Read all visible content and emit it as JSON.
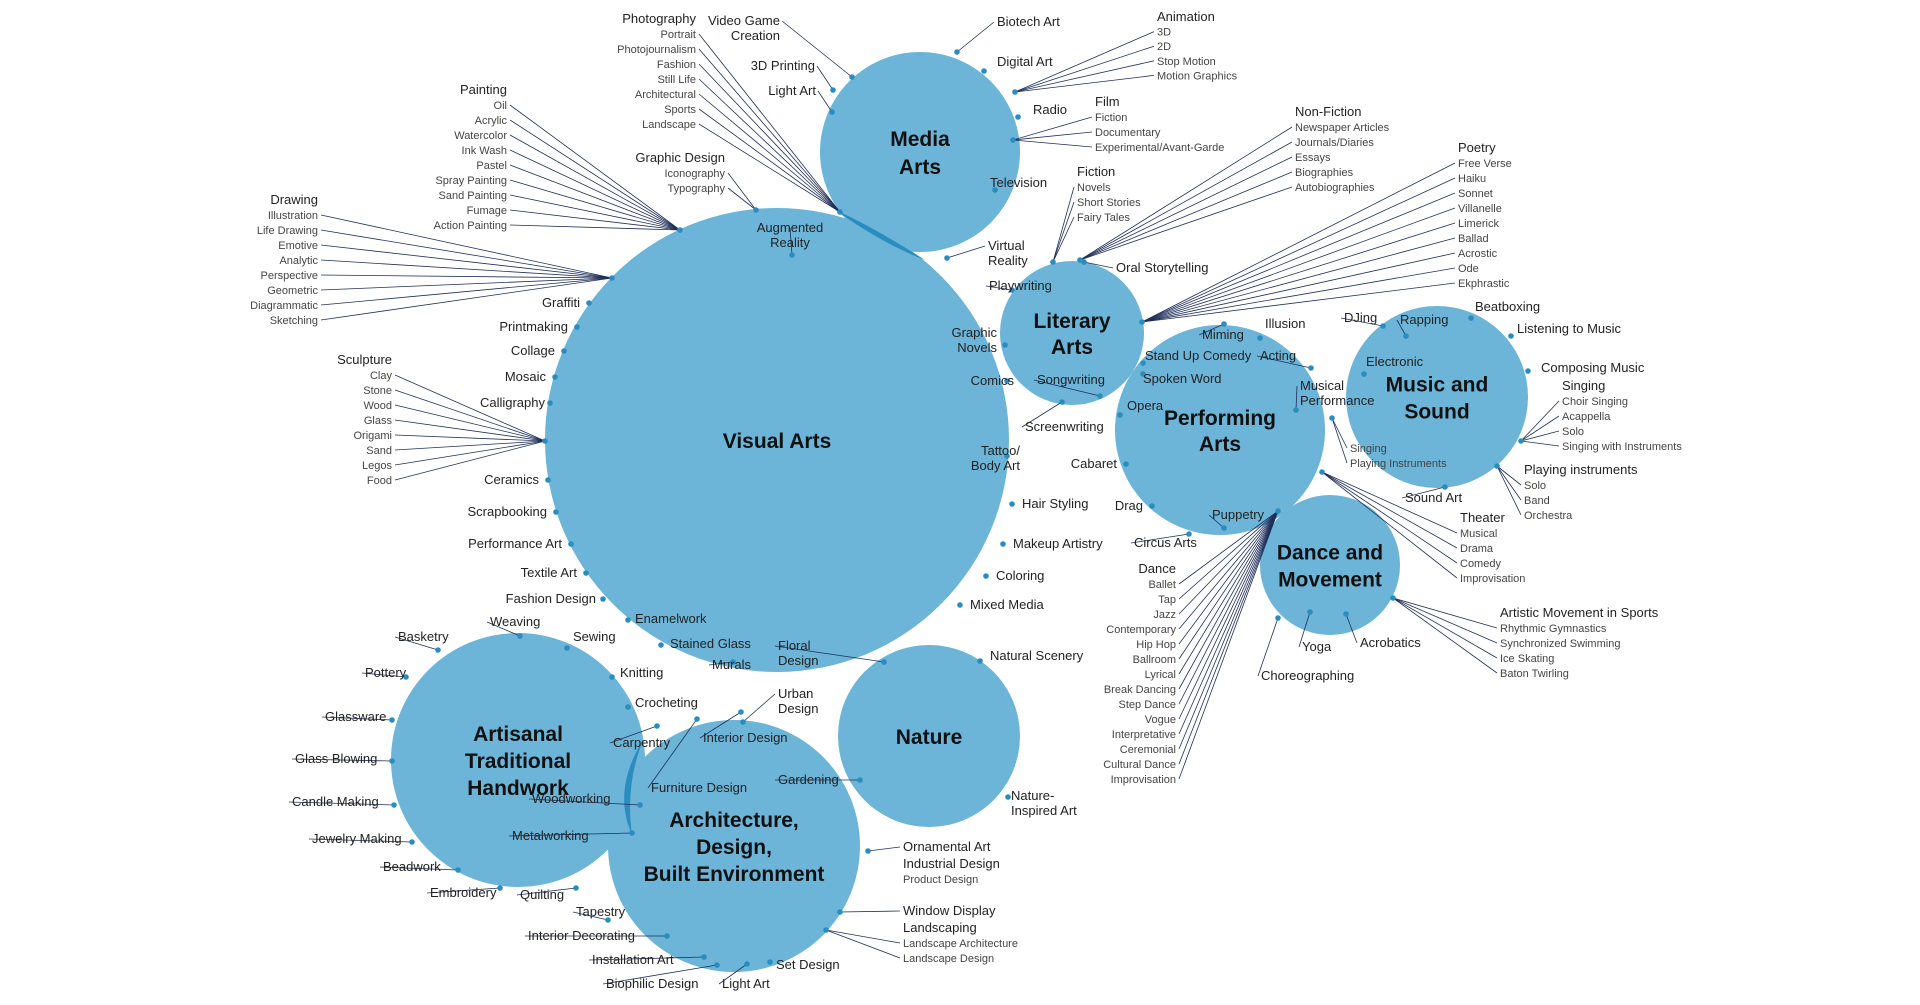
{
  "colors": {
    "circle": "#6cb4d8",
    "overlap": "#2a8dc0",
    "dot": "#2a8dc0",
    "line": "#1f2f5a"
  },
  "circles": [
    {
      "id": "visual",
      "title": [
        "Visual Arts"
      ]
    },
    {
      "id": "media",
      "title": [
        "Media",
        "Arts"
      ]
    },
    {
      "id": "literary",
      "title": [
        "Literary",
        "Arts"
      ]
    },
    {
      "id": "performing",
      "title": [
        "Performing",
        "Arts"
      ]
    },
    {
      "id": "music",
      "title": [
        "Music and",
        "Sound"
      ]
    },
    {
      "id": "dance",
      "title": [
        "Dance and",
        "Movement"
      ]
    },
    {
      "id": "nature",
      "title": [
        "Nature"
      ]
    },
    {
      "id": "artisanal",
      "title": [
        "Artisanal",
        "Traditional",
        "Handwork"
      ]
    },
    {
      "id": "arch",
      "title": [
        "Architecture,",
        "Design,",
        "Built Environment"
      ]
    }
  ],
  "labels": [
    {
      "id": "l-augmented",
      "text": [
        "Augmented",
        "Reality"
      ]
    },
    {
      "id": "l-graffiti",
      "text": [
        "Graffiti"
      ]
    },
    {
      "id": "l-printmaking",
      "text": [
        "Printmaking"
      ]
    },
    {
      "id": "l-collage",
      "text": [
        "Collage"
      ]
    },
    {
      "id": "l-mosaic",
      "text": [
        "Mosaic"
      ]
    },
    {
      "id": "l-calligraphy",
      "text": [
        "Calligraphy"
      ]
    },
    {
      "id": "l-ceramics",
      "text": [
        "Ceramics"
      ]
    },
    {
      "id": "l-scrapbooking",
      "text": [
        "Scrapbooking"
      ]
    },
    {
      "id": "l-performanceart",
      "text": [
        "Performance Art"
      ]
    },
    {
      "id": "l-textile",
      "text": [
        "Textile Art"
      ]
    },
    {
      "id": "l-fashiondesign",
      "text": [
        "Fashion Design"
      ]
    },
    {
      "id": "l-enamelwork",
      "text": [
        "Enamelwork"
      ]
    },
    {
      "id": "l-stainedglass",
      "text": [
        "Stained Glass"
      ]
    },
    {
      "id": "l-murals",
      "text": [
        "Murals"
      ]
    },
    {
      "id": "l-floral",
      "text": [
        "Floral",
        "Design"
      ]
    },
    {
      "id": "l-comics",
      "text": [
        "Comics"
      ]
    },
    {
      "id": "l-graphicnovels",
      "text": [
        "Graphic",
        "Novels"
      ]
    },
    {
      "id": "l-tattoo",
      "text": [
        "Tattoo/",
        "Body Art"
      ]
    },
    {
      "id": "l-hairstyling",
      "text": [
        "Hair Styling"
      ]
    },
    {
      "id": "l-makeup",
      "text": [
        "Makeup Artistry"
      ]
    },
    {
      "id": "l-coloring",
      "text": [
        "Coloring"
      ]
    },
    {
      "id": "l-mixedmedia",
      "text": [
        "Mixed Media"
      ]
    },
    {
      "id": "l-videogame",
      "text": [
        "Video Game",
        "Creation"
      ]
    },
    {
      "id": "l-3dprinting",
      "text": [
        "3D Printing"
      ]
    },
    {
      "id": "l-lightart",
      "text": [
        "Light Art"
      ]
    },
    {
      "id": "l-biotech",
      "text": [
        "Biotech Art"
      ]
    },
    {
      "id": "l-digitalart",
      "text": [
        "Digital Art"
      ]
    },
    {
      "id": "l-radio",
      "text": [
        "Radio"
      ]
    },
    {
      "id": "l-television",
      "text": [
        "Television"
      ]
    },
    {
      "id": "l-virtualreality",
      "text": [
        "Virtual",
        "Reality"
      ]
    },
    {
      "id": "l-playwriting",
      "text": [
        "Playwriting"
      ]
    },
    {
      "id": "l-oralstory",
      "text": [
        "Oral Storytelling"
      ]
    },
    {
      "id": "l-songwriting",
      "text": [
        "Songwriting"
      ]
    },
    {
      "id": "l-screenwriting",
      "text": [
        "Screenwriting"
      ]
    },
    {
      "id": "l-miming",
      "text": [
        "Miming"
      ]
    },
    {
      "id": "l-illusion",
      "text": [
        "Illusion"
      ]
    },
    {
      "id": "l-standup",
      "text": [
        "Stand Up Comedy"
      ]
    },
    {
      "id": "l-acting",
      "text": [
        "Acting"
      ]
    },
    {
      "id": "l-spokenword",
      "text": [
        "Spoken Word"
      ]
    },
    {
      "id": "l-opera",
      "text": [
        "Opera"
      ]
    },
    {
      "id": "l-musicalperf",
      "text": [
        "Musical",
        "Performance"
      ]
    },
    {
      "id": "l-cabaret",
      "text": [
        "Cabaret"
      ]
    },
    {
      "id": "l-drag",
      "text": [
        "Drag"
      ]
    },
    {
      "id": "l-puppetry",
      "text": [
        "Puppetry"
      ]
    },
    {
      "id": "l-circus",
      "text": [
        "Circus Arts"
      ]
    },
    {
      "id": "l-djing",
      "text": [
        "DJing"
      ]
    },
    {
      "id": "l-rapping",
      "text": [
        "Rapping"
      ]
    },
    {
      "id": "l-beatboxing",
      "text": [
        "Beatboxing"
      ]
    },
    {
      "id": "l-listening",
      "text": [
        "Listening to Music"
      ]
    },
    {
      "id": "l-electronic",
      "text": [
        "Electronic"
      ]
    },
    {
      "id": "l-composing",
      "text": [
        "Composing Music"
      ]
    },
    {
      "id": "l-soundart",
      "text": [
        "Sound Art"
      ]
    },
    {
      "id": "l-yoga",
      "text": [
        "Yoga"
      ]
    },
    {
      "id": "l-acrobatics",
      "text": [
        "Acrobatics"
      ]
    },
    {
      "id": "l-choreographing",
      "text": [
        "Choreographing"
      ]
    },
    {
      "id": "l-naturalscenery",
      "text": [
        "Natural Scenery"
      ]
    },
    {
      "id": "l-natureinspired",
      "text": [
        "Nature-",
        "Inspired Art"
      ]
    },
    {
      "id": "l-gardening",
      "text": [
        "Gardening"
      ]
    },
    {
      "id": "l-urbandesign",
      "text": [
        "Urban",
        "Design"
      ]
    },
    {
      "id": "l-weaving",
      "text": [
        "Weaving"
      ]
    },
    {
      "id": "l-basketry",
      "text": [
        "Basketry"
      ]
    },
    {
      "id": "l-sewing",
      "text": [
        "Sewing"
      ]
    },
    {
      "id": "l-knitting",
      "text": [
        "Knitting"
      ]
    },
    {
      "id": "l-pottery",
      "text": [
        "Pottery"
      ]
    },
    {
      "id": "l-crocheting",
      "text": [
        "Crocheting"
      ]
    },
    {
      "id": "l-glassware",
      "text": [
        "Glassware"
      ]
    },
    {
      "id": "l-glassblowing",
      "text": [
        "Glass Blowing"
      ]
    },
    {
      "id": "l-candle",
      "text": [
        "Candle Making"
      ]
    },
    {
      "id": "l-jewelry",
      "text": [
        "Jewelry Making"
      ]
    },
    {
      "id": "l-beadwork",
      "text": [
        "Beadwork"
      ]
    },
    {
      "id": "l-embroidery",
      "text": [
        "Embroidery"
      ]
    },
    {
      "id": "l-quilting",
      "text": [
        "Quilting"
      ]
    },
    {
      "id": "l-carpentry",
      "text": [
        "Carpentry"
      ]
    },
    {
      "id": "l-woodworking",
      "text": [
        "Woodworking"
      ]
    },
    {
      "id": "l-metalworking",
      "text": [
        "Metalworking"
      ]
    },
    {
      "id": "l-interiordesign",
      "text": [
        "Interior Design"
      ]
    },
    {
      "id": "l-furnituredesign",
      "text": [
        "Furniture Design"
      ]
    },
    {
      "id": "l-ornamental",
      "text": [
        "Ornamental Art"
      ]
    },
    {
      "id": "l-windowdisplay",
      "text": [
        "Window Display"
      ]
    },
    {
      "id": "l-tapestry",
      "text": [
        "Tapestry"
      ]
    },
    {
      "id": "l-interiordecor",
      "text": [
        "Interior Decorating"
      ]
    },
    {
      "id": "l-installation",
      "text": [
        "Installation Art"
      ]
    },
    {
      "id": "l-biophilic",
      "text": [
        "Biophilic Design"
      ]
    },
    {
      "id": "l-lightart2",
      "text": [
        "Light Art"
      ]
    },
    {
      "id": "l-setdesign",
      "text": [
        "Set Design"
      ]
    }
  ],
  "groups": [
    {
      "id": "g-photography",
      "title": "Photography",
      "items": [
        "Portrait",
        "Photojournalism",
        "Fashion",
        "Still Life",
        "Architectural",
        "Sports",
        "Landscape"
      ]
    },
    {
      "id": "g-painting",
      "title": "Painting",
      "items": [
        "Oil",
        "Acrylic",
        "Watercolor",
        "Ink Wash",
        "Pastel",
        "Spray Painting",
        "Sand Painting",
        "Fumage",
        "Action Painting"
      ]
    },
    {
      "id": "g-graphicdesign",
      "title": "Graphic Design",
      "items": [
        "Iconography",
        "Typography"
      ]
    },
    {
      "id": "g-drawing",
      "title": "Drawing",
      "items": [
        "Illustration",
        "Life Drawing",
        "Emotive",
        "Analytic",
        "Perspective",
        "Geometric",
        "Diagrammatic",
        "Sketching"
      ]
    },
    {
      "id": "g-sculpture",
      "title": "Sculpture",
      "items": [
        "Clay",
        "Stone",
        "Wood",
        "Glass",
        "Origami",
        "Sand",
        "Legos",
        "Food"
      ]
    },
    {
      "id": "g-animation",
      "title": "Animation",
      "items": [
        "3D",
        "2D",
        "Stop Motion",
        "Motion Graphics"
      ]
    },
    {
      "id": "g-film",
      "title": "Film",
      "items": [
        "Fiction",
        "Documentary",
        "Experimental/Avant-Garde"
      ]
    },
    {
      "id": "g-nonfiction",
      "title": "Non-Fiction",
      "items": [
        "Newspaper Articles",
        "Journals/Diaries",
        "Essays",
        "Biographies",
        "Autobiographies"
      ]
    },
    {
      "id": "g-fiction",
      "title": "Fiction",
      "items": [
        "Novels",
        "Short Stories",
        "Fairy Tales"
      ]
    },
    {
      "id": "g-poetry",
      "title": "Poetry",
      "items": [
        "Free Verse",
        "Haiku",
        "Sonnet",
        "Villanelle",
        "Limerick",
        "Ballad",
        "Acrostic",
        "Ode",
        "Ekphrastic"
      ]
    },
    {
      "id": "g-singing",
      "title": "Singing",
      "items": [
        "Choir Singing",
        "Acappella",
        "Solo",
        "Singing with Instruments"
      ]
    },
    {
      "id": "g-playinginstr",
      "title": "Playing instruments",
      "items": [
        "Solo",
        "Band",
        "Orchestra"
      ]
    },
    {
      "id": "g-musicalsub",
      "title": "",
      "items": [
        "Singing",
        "Playing Instruments"
      ]
    },
    {
      "id": "g-theater",
      "title": "Theater",
      "items": [
        "Musical",
        "Drama",
        "Comedy",
        "Improvisation"
      ]
    },
    {
      "id": "g-dance",
      "title": "Dance",
      "items": [
        "Ballet",
        "Tap",
        "Jazz",
        "Contemporary",
        "Hip Hop",
        "Ballroom",
        "Lyrical",
        "Break Dancing",
        "Step Dance",
        "Vogue",
        "Interpretative",
        "Ceremonial",
        "Cultural Dance",
        "Improvisation"
      ]
    },
    {
      "id": "g-artmove",
      "title": "Artistic Movement in Sports",
      "items": [
        "Rhythmic Gymnastics",
        "Synchronized Swimming",
        "Ice Skating",
        "Baton Twirling"
      ]
    },
    {
      "id": "g-industrial",
      "title": "Industrial Design",
      "items": [
        "Product Design"
      ]
    },
    {
      "id": "g-landscaping",
      "title": "Landscaping",
      "items": [
        "Landscape Architecture",
        "Landscape Design"
      ]
    }
  ]
}
